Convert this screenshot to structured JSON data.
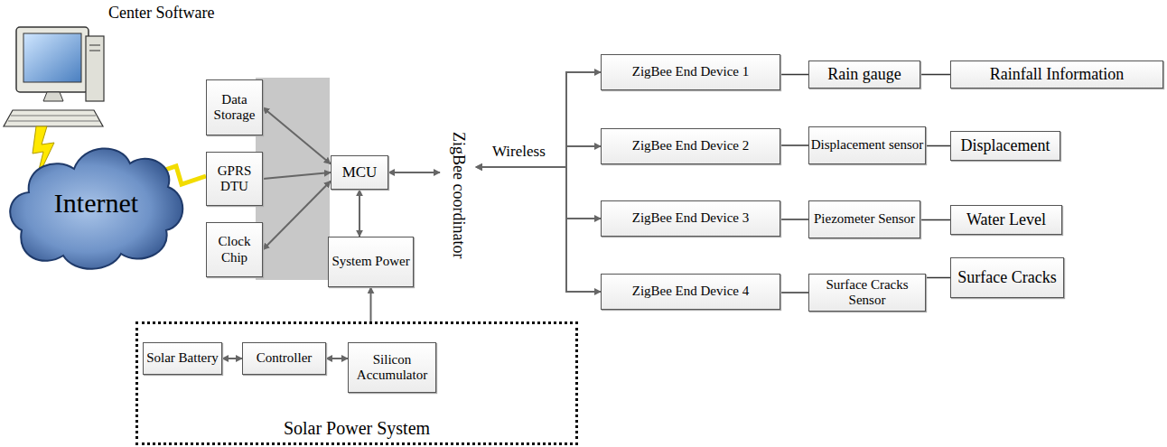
{
  "diagram": {
    "nodes": [
      {
        "text": [
          "Internet"
        ]
      },
      {
        "text": [
          "Data Storage"
        ]
      },
      {
        "text": [
          "GPRS DTU"
        ]
      },
      {
        "text": [
          "Clock Chip"
        ]
      },
      {
        "text": [
          "MCU"
        ]
      },
      {
        "text": [
          "System Power"
        ]
      },
      {
        "text": [
          "ZigBee coordinator"
        ]
      },
      {
        "text": [
          "ZigBee End Device 1"
        ]
      },
      {
        "text": [
          "Rain gauge"
        ]
      },
      {
        "text": [
          "Rainfall Information"
        ]
      },
      {
        "text": [
          "ZigBee End Device 2"
        ]
      },
      {
        "text": [
          "Displacement sensor"
        ]
      },
      {
        "text": [
          "Displacement"
        ]
      },
      {
        "text": [
          "ZigBee End Device 3"
        ]
      },
      {
        "text": [
          "Piezometer Sensor"
        ]
      },
      {
        "text": [
          "Water Level"
        ]
      },
      {
        "text": [
          "ZigBee End Device 4"
        ]
      },
      {
        "text": [
          "Surface Cracks Sensor"
        ]
      },
      {
        "text": [
          "Surface Cracks"
        ]
      },
      {
        "text": [
          "Solar Power System"
        ]
      },
      {
        "text": [
          "Solar Battery"
        ],
        "in": 19
      },
      {
        "text": [
          "Controller"
        ],
        "in": 19
      },
      {
        "text": [
          "Silicon Accumulator"
        ],
        "in": 19
      }
    ],
    "edges": [
      {
        "from": 0,
        "to": 2,
        "arrow": "none"
      },
      {
        "from": 1,
        "to": 4,
        "arrow": "both"
      },
      {
        "from": 2,
        "to": 4,
        "arrow": "to"
      },
      {
        "from": 3,
        "to": 4,
        "arrow": "both"
      },
      {
        "from": 4,
        "to": 5,
        "arrow": "both"
      },
      {
        "from": 4,
        "to": 6,
        "arrow": "both"
      },
      {
        "from": 6,
        "to": 7,
        "arrow": "both"
      },
      {
        "from": 6,
        "to": 10,
        "arrow": "both"
      },
      {
        "from": 6,
        "to": 13,
        "arrow": "both"
      },
      {
        "from": 6,
        "to": 16,
        "arrow": "both"
      },
      {
        "from": 7,
        "to": 8,
        "arrow": "none"
      },
      {
        "from": 8,
        "to": 9,
        "arrow": "none"
      },
      {
        "from": 10,
        "to": 11,
        "arrow": "none"
      },
      {
        "from": 11,
        "to": 12,
        "arrow": "none"
      },
      {
        "from": 13,
        "to": 14,
        "arrow": "none"
      },
      {
        "from": 14,
        "to": 15,
        "arrow": "none"
      },
      {
        "from": 16,
        "to": 17,
        "arrow": "none"
      },
      {
        "from": 17,
        "to": 18,
        "arrow": "none"
      },
      {
        "from": 19,
        "to": 5,
        "arrow": "to"
      },
      {
        "from": 20,
        "to": 21,
        "arrow": "both"
      },
      {
        "from": 21,
        "to": 22,
        "arrow": "both"
      }
    ],
    "labels": [
      "Center Software",
      "Wireless"
    ]
  }
}
